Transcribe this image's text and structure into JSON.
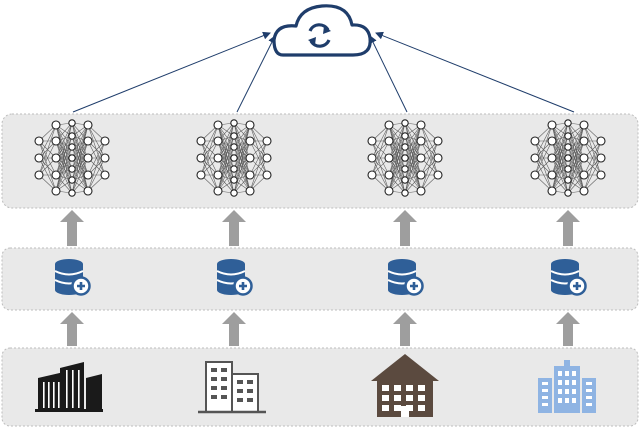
{
  "diagram": {
    "layers": [
      {
        "name": "model-layer",
        "item_icon": "neural-network-icon"
      },
      {
        "name": "data-layer",
        "item_icon": "database-add-icon"
      },
      {
        "name": "organization-layer",
        "item_icon": "building-icon"
      }
    ],
    "top_node": {
      "icon": "cloud-sync-icon"
    },
    "columns": [
      {
        "building_icon": "black-office-building-icon"
      },
      {
        "building_icon": "outline-office-building-icon"
      },
      {
        "building_icon": "brick-house-icon"
      },
      {
        "building_icon": "blue-tower-building-icon"
      }
    ],
    "colors": {
      "panel_fill": "#e9e9e9",
      "panel_border": "#bdbdbd",
      "arrow_gray": "#9e9e9e",
      "navy": "#1f3d6b",
      "db_blue": "#2f5f98",
      "building_black": "#1a1a1a",
      "building_outline": "#555555",
      "house_brown": "#5b4a3f",
      "tower_blue": "#8fb4e3"
    }
  }
}
